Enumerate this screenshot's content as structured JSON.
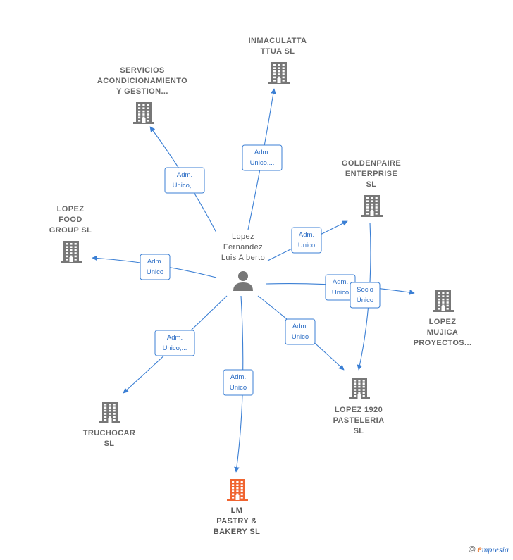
{
  "colors": {
    "edge": "#3b7fd4",
    "building": "#777777",
    "building_main": "#f06430",
    "text": "#666666"
  },
  "person": {
    "label": [
      "Lopez",
      "Fernandez",
      "Luis Alberto"
    ],
    "icon": "person-icon"
  },
  "nodes": [
    {
      "id": "inmaculatta",
      "label": [
        "INMACULATTA",
        "TTUA SL"
      ],
      "highlight": false,
      "icon": "building-icon"
    },
    {
      "id": "servicios",
      "label": [
        "SERVICIOS",
        "ACONDICIONAMIENTO",
        "Y GESTION..."
      ],
      "highlight": false,
      "icon": "building-icon"
    },
    {
      "id": "goldenpaire",
      "label": [
        "GOLDENPAIRE",
        "ENTERPRISE",
        "SL"
      ],
      "highlight": false,
      "icon": "building-icon"
    },
    {
      "id": "lopezfood",
      "label": [
        "LOPEZ",
        "FOOD",
        "GROUP  SL"
      ],
      "highlight": false,
      "icon": "building-icon"
    },
    {
      "id": "lopezmujica",
      "label": [
        "LOPEZ",
        "MUJICA",
        "PROYECTOS..."
      ],
      "highlight": false,
      "icon": "building-icon"
    },
    {
      "id": "lopez1920",
      "label": [
        "LOPEZ 1920",
        "PASTELERIA",
        "SL"
      ],
      "highlight": false,
      "icon": "building-icon"
    },
    {
      "id": "truchocar",
      "label": [
        "TRUCHOCAR",
        "SL"
      ],
      "highlight": false,
      "icon": "building-icon"
    },
    {
      "id": "lmpastry",
      "label": [
        "LM",
        "PASTRY &",
        "BAKERY  SL"
      ],
      "highlight": true,
      "icon": "building-icon"
    }
  ],
  "edges": [
    {
      "from": "person",
      "to": "inmaculatta",
      "label": [
        "Adm.",
        "Unico,..."
      ]
    },
    {
      "from": "person",
      "to": "servicios",
      "label": [
        "Adm.",
        "Unico,..."
      ]
    },
    {
      "from": "person",
      "to": "goldenpaire",
      "label": [
        "Adm.",
        "Unico"
      ]
    },
    {
      "from": "person",
      "to": "lopezfood",
      "label": [
        "Adm.",
        "Unico"
      ]
    },
    {
      "from": "person",
      "to": "lopezmujica",
      "label": [
        "Adm.",
        "Unico"
      ]
    },
    {
      "from": "goldenpaire",
      "to": "lopez1920",
      "label": [
        "Socio",
        "Único"
      ]
    },
    {
      "from": "person",
      "to": "lopez1920",
      "label": [
        "Adm.",
        "Unico"
      ]
    },
    {
      "from": "person",
      "to": "truchocar",
      "label": [
        "Adm.",
        "Unico,..."
      ]
    },
    {
      "from": "person",
      "to": "lmpastry",
      "label": [
        "Adm.",
        "Unico"
      ]
    }
  ],
  "footer": {
    "copyright": "©",
    "brand_initial": "e",
    "brand_rest": "mpresia"
  }
}
